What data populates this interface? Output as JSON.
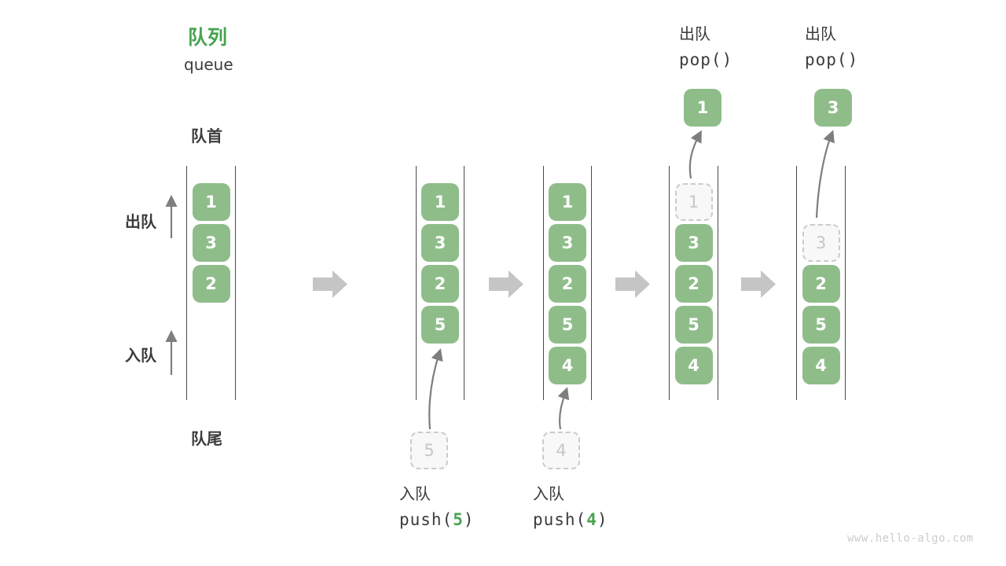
{
  "title": {
    "zh": "队列",
    "en": "queue"
  },
  "side_labels": {
    "front": "队首",
    "rear": "队尾",
    "dequeue": "出队",
    "enqueue": "入队"
  },
  "columns": [
    {
      "boxes": [
        "1",
        "3",
        "2"
      ]
    },
    {
      "boxes": [
        "1",
        "3",
        "2",
        "5"
      ],
      "pending": "5",
      "op": {
        "zh": "入队",
        "code_pre": "push(",
        "arg": "5",
        "code_post": ")"
      }
    },
    {
      "boxes": [
        "1",
        "3",
        "2",
        "5",
        "4"
      ],
      "pending": "4",
      "op": {
        "zh": "入队",
        "code_pre": "push(",
        "arg": "4",
        "code_post": ")"
      }
    },
    {
      "removed": "1",
      "boxes": [
        "3",
        "2",
        "5",
        "4"
      ],
      "popped": "1",
      "op": {
        "zh": "出队",
        "code": "pop()"
      }
    },
    {
      "removed": "3",
      "boxes": [
        "2",
        "5",
        "4"
      ],
      "popped": "3",
      "op": {
        "zh": "出队",
        "code": "pop()"
      }
    }
  ],
  "colors": {
    "box_green": "#8fbd8a",
    "accent_green": "#47a34f",
    "dark_text": "#3b3b3b",
    "block_arrow": "#c5c5c5",
    "thin_arrow": "#7e7e7e",
    "line_color": "#4a4a4a",
    "dashed_border": "#cbcbcb",
    "dashed_text": "#c6c6c6",
    "watermark": "#cccccc"
  },
  "watermark": "www.hello-algo.com"
}
